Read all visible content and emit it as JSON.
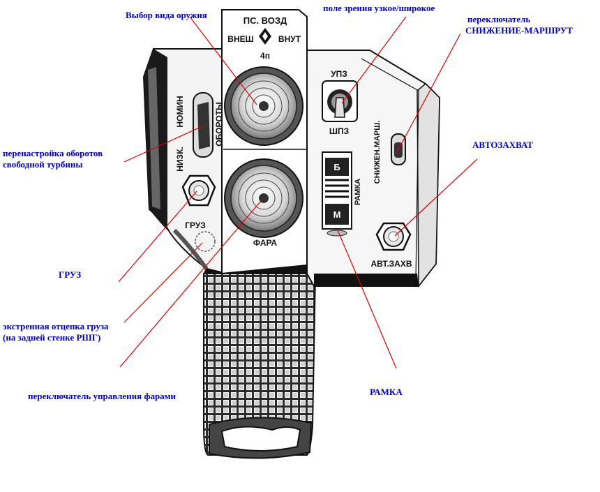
{
  "callouts": {
    "weapon_select": "Выбор вида оружия",
    "field_of_view": "поле зрения узкое/широкое",
    "descent_switch_line1": "переключатель",
    "descent_switch_line2": "СНИЖЕНИЕ-МАРШРУТ",
    "turbine_line1": "перенастройка оборотов",
    "turbine_line2": "свободной турбины",
    "autocapture": "АВТОЗАХВАТ",
    "cargo": "ГРУЗ",
    "emergency_line1": "экстренная отцепка груза",
    "emergency_line2": "(на задней стенке РШГ)",
    "headlight_switch": "переключатель управления фарами",
    "frame": "РАМКА"
  },
  "device_labels": {
    "ps_vozd": "ПС. ВОЗД",
    "vnesh": "ВНЕШ",
    "vnut": "ВНУТ",
    "four_p": "4п",
    "upz": "УПЗ",
    "shpz": "ШПЗ",
    "nominal": "НОМИН",
    "oboroty": "ОБОРОТЫ",
    "nizk": "НИЗК.",
    "gruz": "ГРУЗ",
    "fara": "ФАРА",
    "b": "Б",
    "m": "М",
    "ramka": "РАМКА",
    "snizhen_marsh": "СНИЖЕН.МАРШ.",
    "avt_zahv": "АВТ.ЗАХВ"
  },
  "colors": {
    "callout_text": "#0000cc",
    "leader_line": "#e00000",
    "outline": "#111111"
  }
}
